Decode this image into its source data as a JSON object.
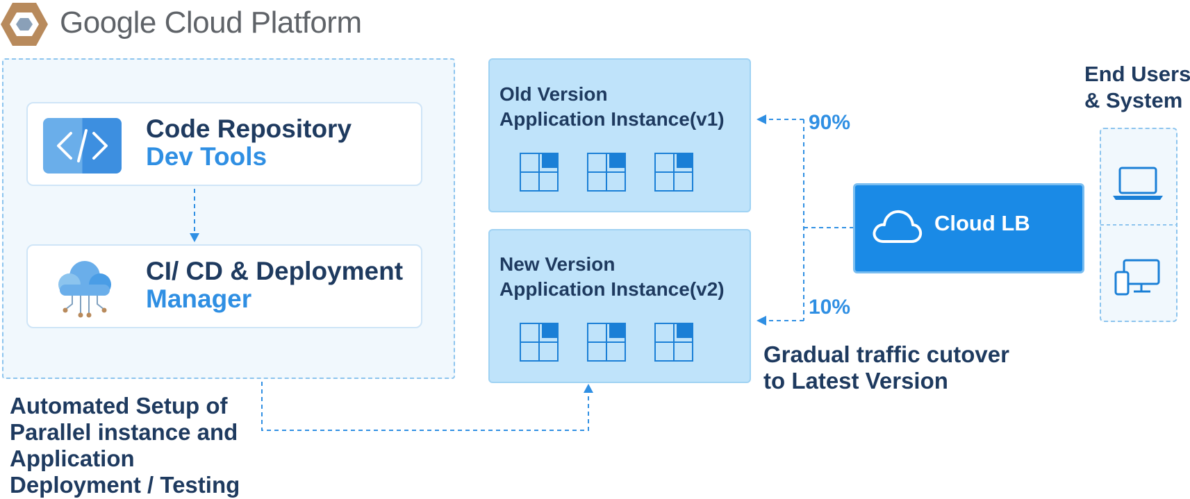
{
  "header": {
    "brand": "Google Cloud Platform",
    "logo_icon": "gcp-hexagon-icon"
  },
  "dev_tools": {
    "code_repo": {
      "title": "Code Repository",
      "subtitle": "Dev Tools",
      "icon": "code-brackets-icon"
    },
    "cicd": {
      "title": "CI/ CD & Deployment",
      "subtitle": "Manager",
      "icon": "cloud-circuit-icon"
    }
  },
  "automation_caption": [
    "Automated Setup of",
    "Parallel instance and",
    "Application",
    "Deployment / Testing"
  ],
  "instances": {
    "old": {
      "line1": "Old Version",
      "line2": "Application Instance(v1)"
    },
    "new": {
      "line1": "New Version",
      "line2": "Application Instance(v2)"
    }
  },
  "traffic": {
    "old_pct": "90%",
    "new_pct": "10%"
  },
  "cutover_caption": [
    "Gradual traffic cutover",
    "to Latest Version"
  ],
  "load_balancer": {
    "label": "Cloud LB",
    "icon": "cloud-icon"
  },
  "end_users": {
    "title_line1": "End Users",
    "title_line2": "& System",
    "icons": [
      "laptop-icon",
      "desktop-mobile-icon"
    ]
  },
  "colors": {
    "accent": "#2f8fe3",
    "navy": "#1e3a5f",
    "lb_blue": "#1a8ae6",
    "panel_bg": "#f1f8fd",
    "version_bg": "#bfe3fa"
  }
}
